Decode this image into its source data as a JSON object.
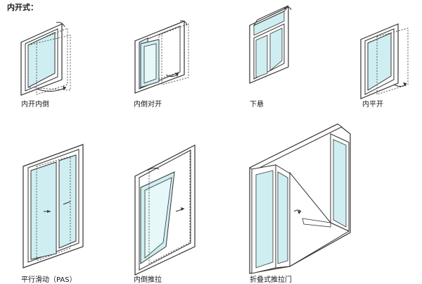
{
  "section_title": "内开式：",
  "items": [
    {
      "label": "内开内倒"
    },
    {
      "label": "内倒对开"
    },
    {
      "label": "下悬"
    },
    {
      "label": "内平开"
    },
    {
      "label": "平行滑动（PAS）"
    },
    {
      "label": "内倒推拉"
    },
    {
      "label": "折叠式推拉门"
    }
  ],
  "colors": {
    "glass": "#cfeef2",
    "frame": "#ffffff",
    "stroke": "#333333",
    "dash": "#555555"
  }
}
